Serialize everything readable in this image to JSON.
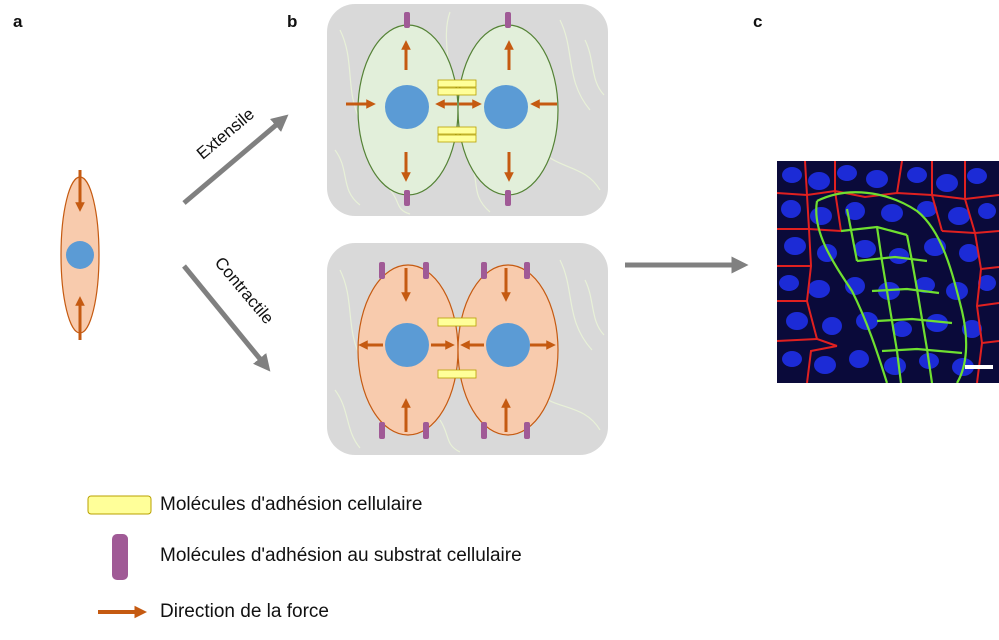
{
  "panels": {
    "a": "a",
    "b": "b",
    "c": "c"
  },
  "arrows": {
    "extensile": "Extensile",
    "contractile": "Contractile"
  },
  "legend": [
    {
      "label": "Molécules d'adhésion cellulaire",
      "symbol": "yellow-bar"
    },
    {
      "label": "Molécules d'adhésion au substrat cellulaire",
      "symbol": "purple-bar"
    },
    {
      "label": "Direction de la force",
      "symbol": "orange-arrow"
    }
  ],
  "colors": {
    "force_arrow": "#c55a11",
    "nucleus": "#5b9bd5",
    "contractile_cell_fill": "#f8cbad",
    "extensile_cell_fill": "#e2efda",
    "cell_adhesion": "#ffff99",
    "substrate_adhesion": "#a05a96",
    "panel_background": "#d9d9d9",
    "process_arrow": "#808080"
  }
}
